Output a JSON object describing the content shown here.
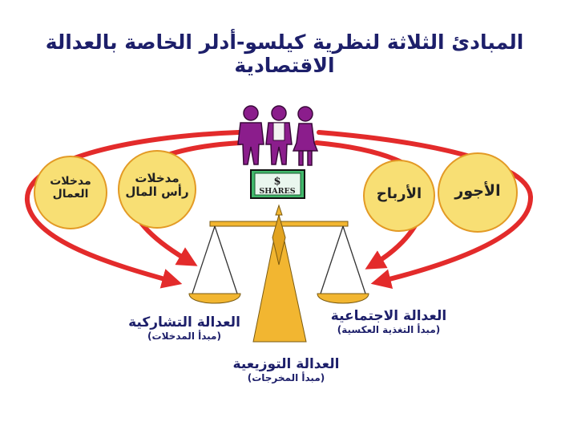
{
  "title": "المبادئ الثلاثة لنظرية كيلسو-أدلر الخاصة بالعدالة الاقتصادية",
  "circles": [
    {
      "line1": "مدخلات",
      "line2": "العمال"
    },
    {
      "line1": "مدخلات",
      "line2": "رأس المال"
    },
    {
      "line1": "الأرباح"
    },
    {
      "line1": "الأجور"
    }
  ],
  "sign": "SHARES",
  "sign_symbol": "$",
  "participatory": {
    "title": "العدالة التشاركية",
    "subtitle": "(مبدأ المدخلات)"
  },
  "social": {
    "title": "العدالة الاجتماعية",
    "subtitle": "(مبدأ التغذية العكسية)"
  },
  "distributive": {
    "title": "العدالة التوزيعية",
    "subtitle": "(مبدأ المخرجات)"
  },
  "colors": {
    "title": "#1d1f6a",
    "circle_fill": "#f8df74",
    "circle_stroke": "#e39a25",
    "arrow": "#e32b2b",
    "scale_gold": "#f2b631",
    "people": "#8b1d8c",
    "sign_green": "#41b86b"
  },
  "icons": [
    "people-icon",
    "shares-sign-icon",
    "balance-scale-icon"
  ]
}
